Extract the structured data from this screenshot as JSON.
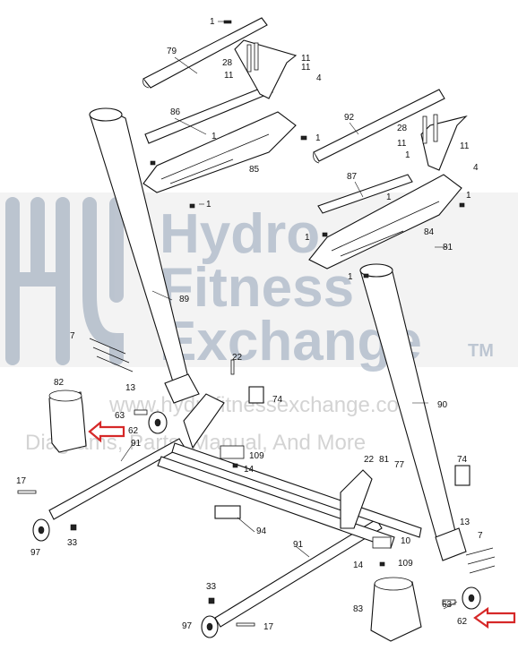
{
  "watermark": {
    "line1": "Hydro",
    "line2": "Fitness",
    "line3": "Exchange",
    "tm": "TM",
    "url": "www.hydrofitnessexchange.com",
    "tagline": "Diagrams, Parts, Manual, And More"
  },
  "callouts": [
    {
      "id": "c1a",
      "text": "1"
    },
    {
      "id": "c79",
      "text": "79"
    },
    {
      "id": "c28a",
      "text": "28"
    },
    {
      "id": "c11a",
      "text": "11"
    },
    {
      "id": "c11b",
      "text": "11"
    },
    {
      "id": "c11c",
      "text": "11"
    },
    {
      "id": "c4a",
      "text": "4"
    },
    {
      "id": "c86",
      "text": "86"
    },
    {
      "id": "c1b",
      "text": "1"
    },
    {
      "id": "c1c",
      "text": "1"
    },
    {
      "id": "c85",
      "text": "85"
    },
    {
      "id": "c1d",
      "text": "1"
    },
    {
      "id": "c92",
      "text": "92"
    },
    {
      "id": "c28b",
      "text": "28"
    },
    {
      "id": "c11d",
      "text": "11"
    },
    {
      "id": "c11e",
      "text": "11"
    },
    {
      "id": "c4b",
      "text": "4"
    },
    {
      "id": "c1e",
      "text": "1"
    },
    {
      "id": "c87",
      "text": "87"
    },
    {
      "id": "c1f",
      "text": "1"
    },
    {
      "id": "c1g",
      "text": "1"
    },
    {
      "id": "c1h",
      "text": "1"
    },
    {
      "id": "c84",
      "text": "84"
    },
    {
      "id": "c1i",
      "text": "1"
    },
    {
      "id": "c81a",
      "text": "81"
    },
    {
      "id": "c89",
      "text": "89"
    },
    {
      "id": "c7a",
      "text": "7"
    },
    {
      "id": "c13a",
      "text": "13"
    },
    {
      "id": "c22a",
      "text": "22"
    },
    {
      "id": "c82",
      "text": "82"
    },
    {
      "id": "c63a",
      "text": "63"
    },
    {
      "id": "c74a",
      "text": "74"
    },
    {
      "id": "c90",
      "text": "90"
    },
    {
      "id": "c62a",
      "text": "62"
    },
    {
      "id": "c91a",
      "text": "91"
    },
    {
      "id": "c109a",
      "text": "109"
    },
    {
      "id": "c14a",
      "text": "14"
    },
    {
      "id": "c22b",
      "text": "22"
    },
    {
      "id": "c81b",
      "text": "81"
    },
    {
      "id": "c77",
      "text": "77"
    },
    {
      "id": "c74b",
      "text": "74"
    },
    {
      "id": "c17a",
      "text": "17"
    },
    {
      "id": "c94",
      "text": "94"
    },
    {
      "id": "c10",
      "text": "10"
    },
    {
      "id": "c13b",
      "text": "13"
    },
    {
      "id": "c7b",
      "text": "7"
    },
    {
      "id": "c97a",
      "text": "97"
    },
    {
      "id": "c33a",
      "text": "33"
    },
    {
      "id": "c91b",
      "text": "91"
    },
    {
      "id": "c14b",
      "text": "14"
    },
    {
      "id": "c109b",
      "text": "109"
    },
    {
      "id": "c33b",
      "text": "33"
    },
    {
      "id": "c83",
      "text": "83"
    },
    {
      "id": "c63b",
      "text": "63"
    },
    {
      "id": "c62b",
      "text": "62"
    },
    {
      "id": "c97b",
      "text": "97"
    },
    {
      "id": "c17b",
      "text": "17"
    }
  ],
  "highlight_color": "#d62828",
  "watermark_color": "#9aa9bd"
}
